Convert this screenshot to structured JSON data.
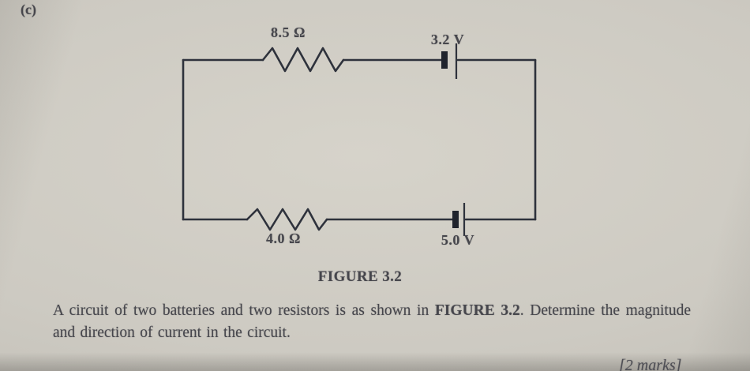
{
  "page": {
    "section_label": "(c)",
    "figure_caption": "FIGURE 3.2",
    "marks_label": "[2 marks]",
    "paragraph": {
      "before_ref": "A circuit of two batteries and two resistors is as shown in ",
      "figure_ref": "FIGURE 3.2",
      "after_ref": ". Determine the magnitude and direction of current in the circuit."
    }
  },
  "circuit": {
    "top_resistor_label": "8.5 Ω",
    "top_battery_label": "3.2 V",
    "bottom_resistor_label": "4.0 Ω",
    "bottom_battery_label": "5.0 V",
    "components": [
      {
        "type": "resistor",
        "value": "8.5 Ω",
        "position": "top-left"
      },
      {
        "type": "battery",
        "value": "3.2 V",
        "position": "top-right"
      },
      {
        "type": "resistor",
        "value": "4.0 Ω",
        "position": "bottom-left"
      },
      {
        "type": "battery",
        "value": "5.0 V",
        "position": "bottom-right"
      }
    ]
  },
  "colors": {
    "paper": "#cdcac2",
    "ink": "#46464c",
    "wire": "#2e323c",
    "battery_plate": "#20242d"
  }
}
